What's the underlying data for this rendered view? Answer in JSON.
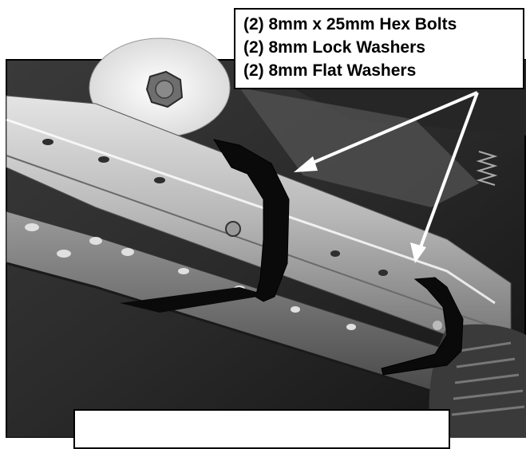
{
  "callout": {
    "lines": [
      "(2) 8mm x 25mm Hex Bolts",
      "(2) 8mm Lock Washers",
      "(2) 8mm Flat Washers"
    ]
  },
  "colors": {
    "background": "#ffffff",
    "photo_dark": "#1c1c1c",
    "bracket": "#0a0a0a",
    "arrow": "#ffffff",
    "border": "#000000"
  },
  "icons": {
    "pointer": "arrow-icon"
  }
}
